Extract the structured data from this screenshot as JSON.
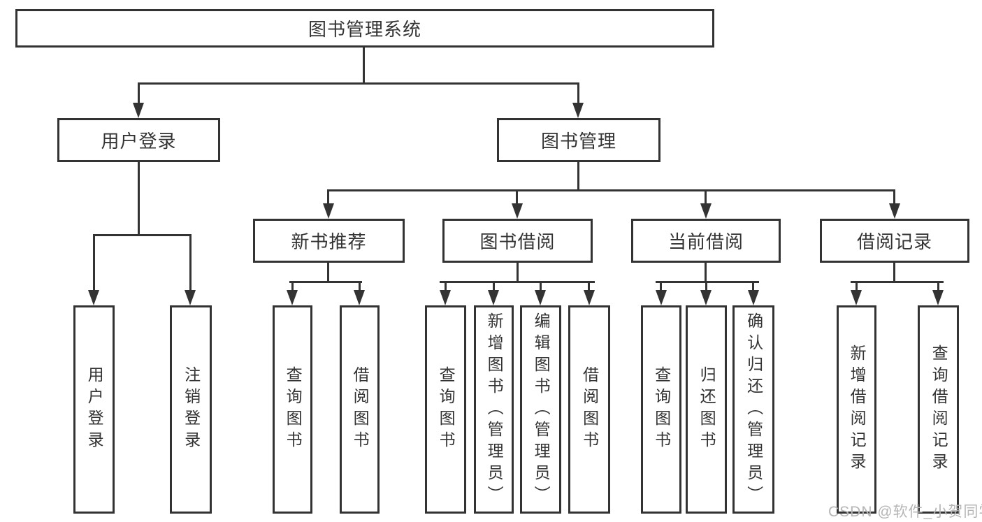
{
  "diagram": {
    "type": "hierarchy-tree",
    "root": {
      "label": "图书管理系统"
    },
    "branches": {
      "user_login": {
        "label": "用户登录",
        "children": {
          "login": {
            "label": "用户登录"
          },
          "logout": {
            "label": "注销登录"
          }
        }
      },
      "book_management": {
        "label": "图书管理",
        "children": {
          "new_book_recommend": {
            "label": "新书推荐",
            "children": {
              "query_book": {
                "label": "查询图书"
              },
              "borrow_book": {
                "label": "借阅图书"
              }
            }
          },
          "book_borrow": {
            "label": "图书借阅",
            "children": {
              "query_book": {
                "label": "查询图书"
              },
              "add_book": {
                "label": "新增图书（管理员）"
              },
              "edit_book": {
                "label": "编辑图书（管理员）"
              },
              "borrow_book": {
                "label": "借阅图书"
              }
            }
          },
          "current_borrow": {
            "label": "当前借阅",
            "children": {
              "query_book": {
                "label": "查询图书"
              },
              "return_book": {
                "label": "归还图书"
              },
              "confirm_return": {
                "label": "确认归还（管理员）"
              }
            }
          },
          "borrow_record": {
            "label": "借阅记录",
            "children": {
              "add_record": {
                "label": "新增借阅记录"
              },
              "query_record": {
                "label": "查询借阅记录"
              }
            }
          }
        }
      }
    },
    "watermark": "CSDN @软件_小贺同学",
    "colors": {
      "line": "#333333",
      "text": "#333333",
      "background": "#ffffff",
      "watermark": "#b5b5b5"
    }
  }
}
